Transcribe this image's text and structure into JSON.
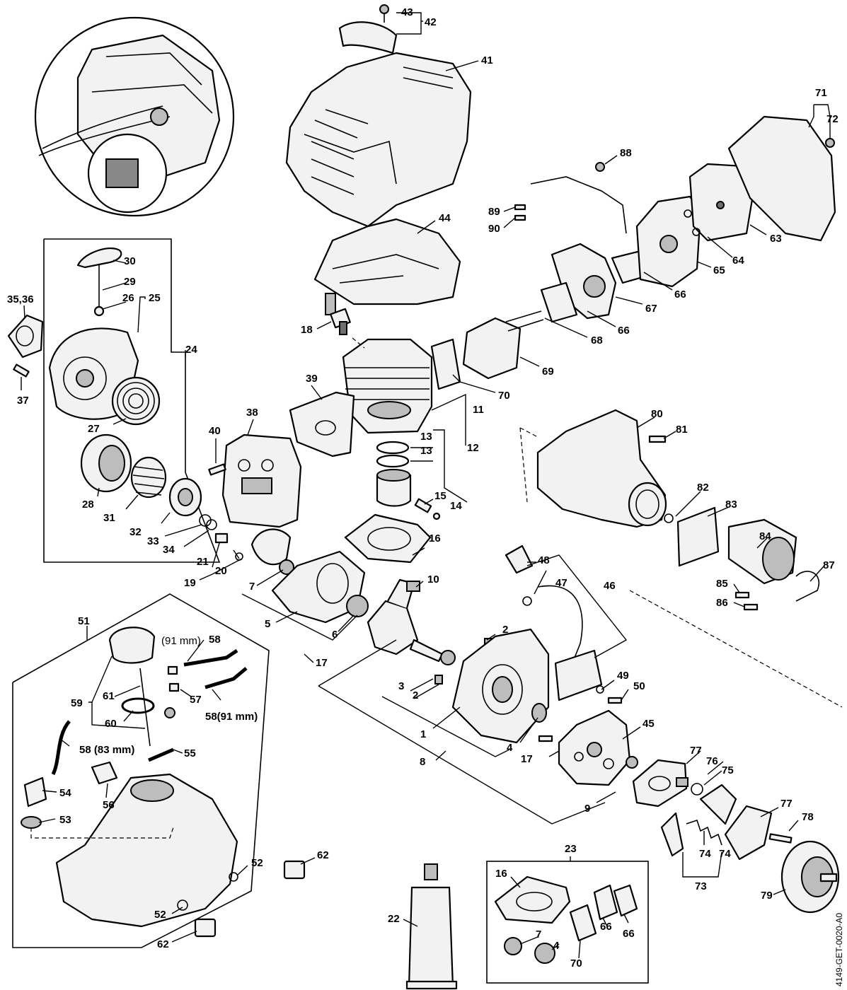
{
  "document_code": "4149-GET-0020-A0",
  "labels": {
    "p1": "1",
    "p2a": "2",
    "p2b": "2",
    "p3": "3",
    "p4a": "4",
    "p4b": "4",
    "p5": "5",
    "p6": "6",
    "p7a": "7",
    "p7b": "7",
    "p8": "8",
    "p9": "9",
    "p10": "10",
    "p11": "11",
    "p12": "12",
    "p13a": "13",
    "p13b": "13",
    "p14": "14",
    "p15": "15",
    "p16a": "16",
    "p16b": "16",
    "p17a": "17",
    "p17b": "17",
    "p18": "18",
    "p19": "19",
    "p20": "20",
    "p21": "21",
    "p22": "22",
    "p23": "23",
    "p24": "24",
    "p25": "25",
    "p26": "26",
    "p27": "27",
    "p28": "28",
    "p29": "29",
    "p30": "30",
    "p31": "31",
    "p32": "32",
    "p33": "33",
    "p34": "34",
    "p3536": "35,36",
    "p37": "37",
    "p38": "38",
    "p39": "39",
    "p40": "40",
    "p41": "41",
    "p42": "42",
    "p43": "43",
    "p44": "44",
    "p45": "45",
    "p46": "46",
    "p47": "47",
    "p48": "48",
    "p49": "49",
    "p50": "50",
    "p51": "51",
    "p52a": "52",
    "p52b": "52",
    "p53": "53",
    "p54": "54",
    "p55": "55",
    "p56": "56",
    "p57": "57",
    "p58a": "58",
    "p58b": "58(91 mm)",
    "p58c": "58 (83 mm)",
    "p59": "59",
    "p60": "60",
    "p61": "61",
    "p62a": "62",
    "p62b": "62",
    "p63": "63",
    "p64": "64",
    "p65": "65",
    "p66a": "66",
    "p66b": "66",
    "p66c": "66",
    "p66d": "66",
    "p67": "67",
    "p68": "68",
    "p69": "69",
    "p70a": "70",
    "p70b": "70",
    "p71": "71",
    "p72": "72",
    "p73": "73",
    "p74a": "74",
    "p74b": "74",
    "p75": "75",
    "p76": "76",
    "p77a": "77",
    "p77b": "77",
    "p78": "78",
    "p79": "79",
    "p80": "80",
    "p81": "81",
    "p82": "82",
    "p83": "83",
    "p84": "84",
    "p85": "85",
    "p86": "86",
    "p87": "87",
    "p88": "88",
    "p89": "89",
    "p90": "90"
  },
  "notes": {
    "hose_91mm": "(91 mm)"
  }
}
